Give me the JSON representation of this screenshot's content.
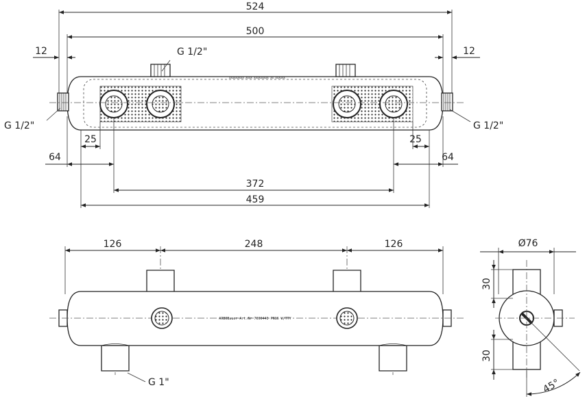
{
  "top_view": {
    "dim_overall": "524",
    "dim_flange": "500",
    "dim_left_12": "12",
    "dim_right_12": "12",
    "thread_top": "G 1/2\"",
    "thread_left": "G 1/2\"",
    "thread_right": "G 1/2\"",
    "dim_left_25": "25",
    "dim_right_25": "25",
    "dim_left_64": "64",
    "dim_right_64": "64",
    "dim_372": "372",
    "dim_459": "459",
    "engraving": "XXXXXXXXX XXXX XXXXXXXXX XX XXXXXX"
  },
  "front_view": {
    "dim_left_126": "126",
    "dim_248": "248",
    "dim_right_126": "126",
    "thread_bottom": "G 1\"",
    "engraving": "ARBOBauer Art.Nr 7000440 PN16 W/TTY"
  },
  "side_view": {
    "dim_diameter": "Ø76",
    "dim_top_30": "30",
    "dim_bottom_30": "30",
    "angle": "45°"
  }
}
